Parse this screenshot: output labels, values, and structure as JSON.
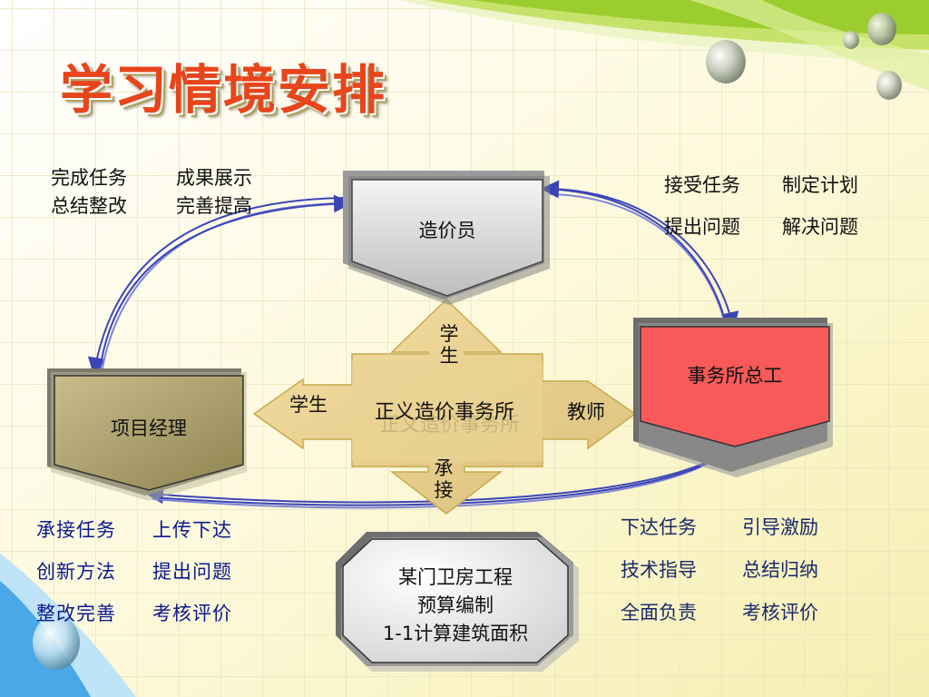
{
  "title": "学习情境安排",
  "nodes": {
    "cost_engineer": "造价员",
    "chief_engineer": "事务所总工",
    "project_manager": "项目经理",
    "center": "正义造价事务所",
    "center_shadow": "正义造价事务所",
    "task": {
      "line1": "某门卫房工程",
      "line2": "预算编制",
      "line3": "1-1计算建筑面积"
    }
  },
  "arrow_words": {
    "up": [
      "学",
      "生"
    ],
    "left": "学生",
    "right": "教师",
    "down": [
      "承",
      "接"
    ]
  },
  "notes": {
    "top_left": [
      [
        "完成任务",
        "成果展示"
      ],
      [
        "总结整改",
        "完善提高"
      ]
    ],
    "top_right": [
      [
        "接受任务",
        "制定计划"
      ],
      [
        "提出问题",
        "解决问题"
      ]
    ],
    "bottom_left": [
      [
        "承接任务",
        "上传下达"
      ],
      [
        "创新方法",
        "提出问题"
      ],
      [
        "整改完善",
        "考核评价"
      ]
    ],
    "bottom_right": [
      [
        "下达任务",
        "引导激励"
      ],
      [
        "技术指导",
        "总结归纳"
      ],
      [
        "全面负责",
        "考核评价"
      ]
    ]
  },
  "colors": {
    "title": "#e8451c",
    "chief_box": "#f85a5a",
    "manager_box": "#a89c68",
    "cost_box": "#d8d8d8",
    "cross_arrow": "#e8cf8e",
    "connector": "#3b45b8",
    "green_band": "#9acd2d",
    "blue_corner": "#4aa8e8"
  }
}
